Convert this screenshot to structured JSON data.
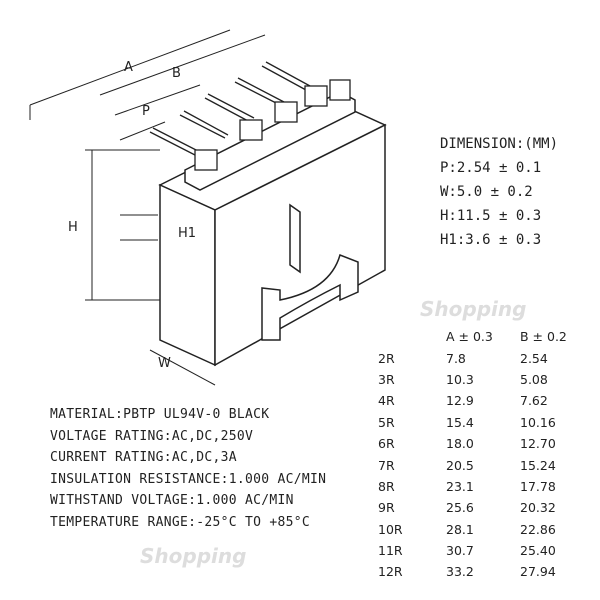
{
  "drawing_labels": {
    "A": "A",
    "B": "B",
    "P": "P",
    "H": "H",
    "H1": "H1",
    "W": "W"
  },
  "dimension": {
    "title": "DIMENSION:(MM)",
    "lines": [
      "P:2.54 ± 0.1",
      "W:5.0 ± 0.2",
      "H:11.5 ± 0.3",
      "H1:3.6 ± 0.3"
    ]
  },
  "specs": [
    "MATERIAL:PBTP UL94V-0 BLACK",
    "VOLTAGE RATING:AC,DC,250V",
    "CURRENT RATING:AC,DC,3A",
    "INSULATION RESISTANCE:1.000 AC/MIN",
    "WITHSTAND VOLTAGE:1.000 AC/MIN",
    "TEMPERATURE RANGE:-25°C TO +85°C"
  ],
  "table": {
    "headers": [
      "",
      "A ± 0.3",
      "B ± 0.2"
    ],
    "rows": [
      [
        "2R",
        "7.8",
        "2.54"
      ],
      [
        "3R",
        "10.3",
        "5.08"
      ],
      [
        "4R",
        "12.9",
        "7.62"
      ],
      [
        "5R",
        "15.4",
        "10.16"
      ],
      [
        "6R",
        "18.0",
        "12.70"
      ],
      [
        "7R",
        "20.5",
        "15.24"
      ],
      [
        "8R",
        "23.1",
        "17.78"
      ],
      [
        "9R",
        "25.6",
        "20.32"
      ],
      [
        "10R",
        "28.1",
        "22.86"
      ],
      [
        "11R",
        "30.7",
        "25.40"
      ],
      [
        "12R",
        "33.2",
        "27.94"
      ]
    ]
  },
  "watermark": "Shopping"
}
